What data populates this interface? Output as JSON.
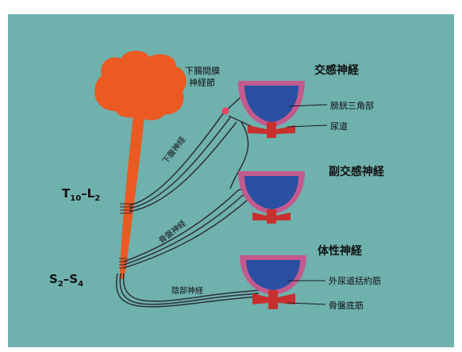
{
  "labels": {
    "ganglion_line1": "下腸間膜",
    "ganglion_line2": "神経節",
    "sympathetic": "交感神経",
    "parasympathetic": "副交感神経",
    "somatic": "体性神経",
    "trigone": "膀胱三角部",
    "urethra": "尿道",
    "external_sphincter": "外尿道括約筋",
    "pelvic_floor": "骨盤底筋",
    "hypogastric_nerve": "下腹神経",
    "pelvic_nerve": "骨盤神経",
    "pudendal_nerve": "陰部神経",
    "t_level": {
      "main": "T",
      "sub1": "10",
      "dash": "–L",
      "sub2": "2"
    },
    "s_level": {
      "main": "S",
      "sub1": "2",
      "dash": "–S",
      "sub2": "4"
    }
  },
  "colors": {
    "background": "#6fb1ad",
    "brain": "#ea5a22",
    "bladder_outer": "#c35a8e",
    "bladder_inner": "#2b4fa3",
    "urethra": "#c8302d",
    "nerve_line": "#2c3036",
    "ganglion": "#e94468"
  }
}
